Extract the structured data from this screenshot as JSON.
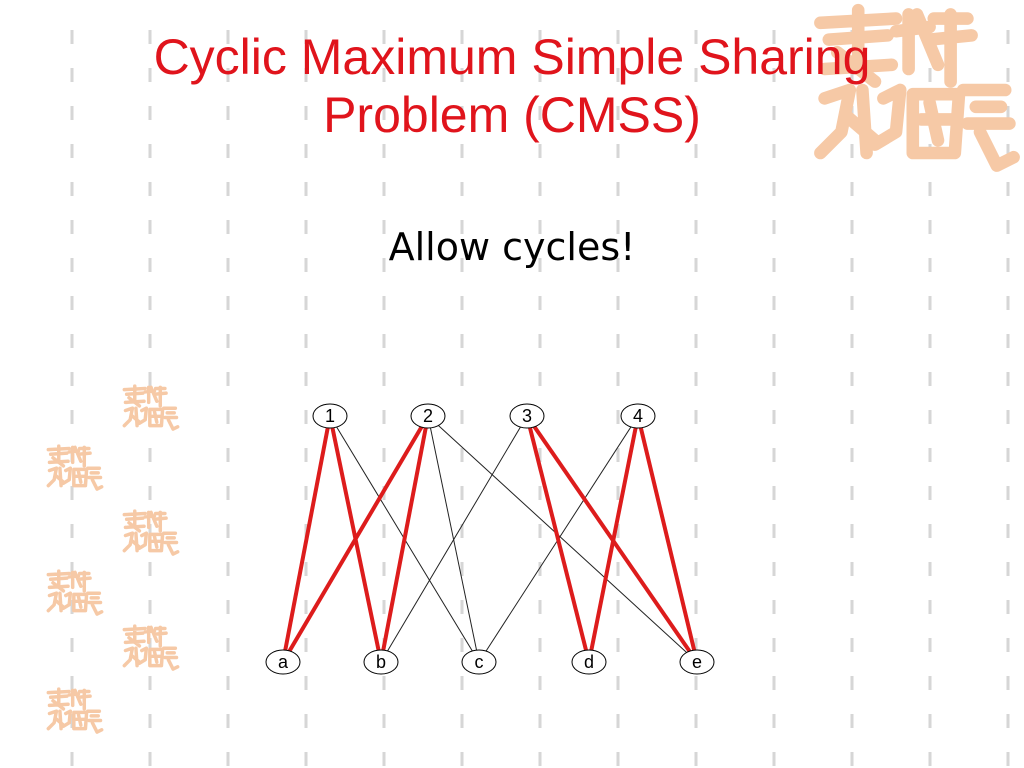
{
  "slide": {
    "title_line1": "Cyclic Maximum Simple Sharing",
    "title_line2": "Problem (CMSS)",
    "subtitle": "Allow cycles!"
  },
  "colors": {
    "title": "#e0141c",
    "highlight_edge": "#dd1c1c",
    "thin_edge": "#222222",
    "dash": "#d6d6d6",
    "seal": "#f6c9a6"
  },
  "graph": {
    "top_nodes": [
      "1",
      "2",
      "3",
      "4"
    ],
    "bottom_nodes": [
      "a",
      "b",
      "c",
      "d",
      "e"
    ],
    "edges": [
      {
        "from": "1",
        "to": "a",
        "highlight": true
      },
      {
        "from": "1",
        "to": "b",
        "highlight": true
      },
      {
        "from": "1",
        "to": "c",
        "highlight": false
      },
      {
        "from": "2",
        "to": "a",
        "highlight": true
      },
      {
        "from": "2",
        "to": "b",
        "highlight": true
      },
      {
        "from": "2",
        "to": "c",
        "highlight": false
      },
      {
        "from": "2",
        "to": "e",
        "highlight": false
      },
      {
        "from": "3",
        "to": "b",
        "highlight": false
      },
      {
        "from": "3",
        "to": "d",
        "highlight": true
      },
      {
        "from": "3",
        "to": "e",
        "highlight": true
      },
      {
        "from": "4",
        "to": "c",
        "highlight": false
      },
      {
        "from": "4",
        "to": "d",
        "highlight": true
      },
      {
        "from": "4",
        "to": "e",
        "highlight": true
      }
    ]
  }
}
